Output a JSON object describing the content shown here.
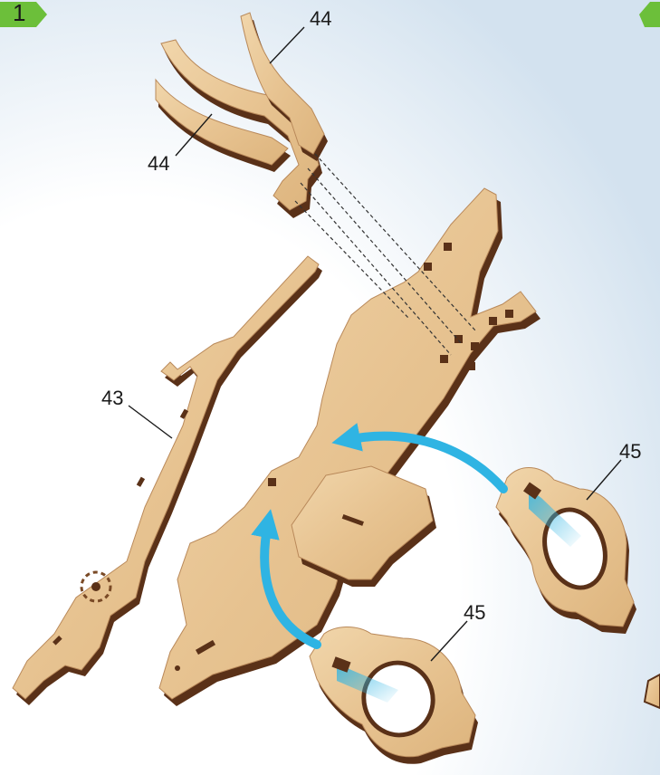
{
  "step": {
    "number": "1"
  },
  "labels": {
    "upper_part_a": "44",
    "upper_part_b": "44",
    "side_frame": "43",
    "ring_right": "45",
    "ring_bottom": "45"
  },
  "colors": {
    "wood_face": "#e9c99a",
    "wood_edge": "#5a3118",
    "arrow": "#2fb4e3",
    "badge": "#6cbf3a"
  }
}
